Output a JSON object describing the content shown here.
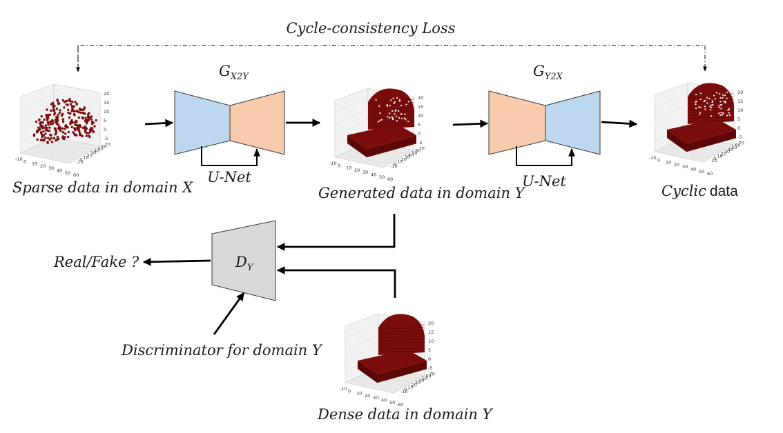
{
  "title": "Cycle-consistency Loss",
  "generator_xy": {
    "base": "G",
    "sub": "X2Y"
  },
  "generator_yx": {
    "base": "G",
    "sub": "Y2X"
  },
  "unet_label": "U-Net",
  "discriminator": {
    "base": "D",
    "sub": "Y"
  },
  "labels": {
    "sparse_x": "Sparse data in domain X",
    "generated_y": "Generated data in domain Y",
    "cyclic_italic": "Cyclic",
    "cyclic_plain": "data",
    "dense_y": "Dense data in domain Y",
    "real_fake": "Real/Fake ?",
    "disc_caption": "Discriminator for domain Y"
  },
  "plot_ticks": {
    "x": [
      "-10",
      "0",
      "10",
      "20",
      "30",
      "40",
      "50",
      "60"
    ],
    "y": [
      "-10",
      "0",
      "10",
      "20",
      "30",
      "40",
      "50",
      "60",
      "70"
    ],
    "z": [
      "20",
      "15",
      "10",
      "5",
      "0",
      "-5"
    ]
  },
  "colors": {
    "encoder_blue": "#bdd7ee",
    "decoder_orange": "#f8cbad",
    "discriminator_gray": "#d9d9d9",
    "voxel": "#7a0c0c"
  }
}
